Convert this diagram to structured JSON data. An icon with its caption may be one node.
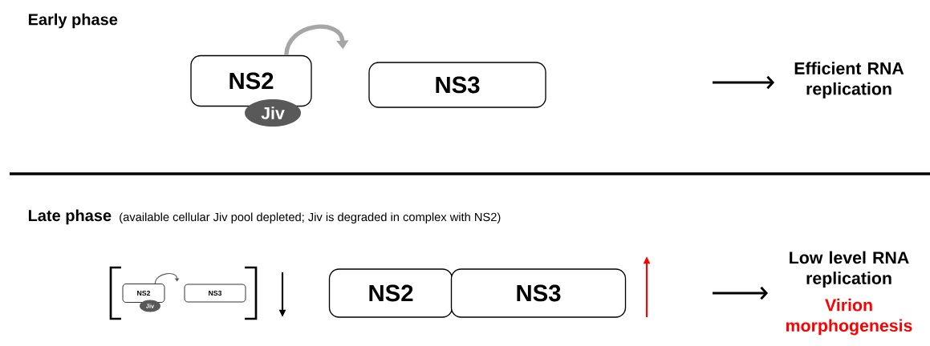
{
  "diagram": {
    "nodes": [
      {
        "text": [
          "NS2"
        ]
      },
      {
        "text": [
          "Jiv"
        ]
      },
      {
        "text": [
          "NS3"
        ]
      },
      {
        "text": [
          "Efficient RNA replication"
        ]
      },
      {
        "text": [
          "NS2"
        ]
      },
      {
        "text": [
          "Jiv"
        ]
      },
      {
        "text": [
          "NS3"
        ]
      },
      {
        "text": [
          "NS2"
        ]
      },
      {
        "text": [
          "NS3"
        ]
      },
      {
        "text": [
          "Low level RNA replication",
          "Virion morphogenesis"
        ]
      }
    ],
    "edges": [
      {
        "from": 0,
        "to": 2,
        "arrow": "to",
        "style": "thick",
        "color": "#a6a6a6"
      },
      {
        "from": null,
        "to": 3,
        "arrow": "to"
      },
      {
        "from": 4,
        "to": 6,
        "arrow": "to",
        "color": "#595959"
      },
      {
        "from": null,
        "to": 9,
        "arrow": "to"
      }
    ],
    "labels": [
      "Early phase",
      "Late phase",
      "(available cellular Jiv pool depleted; Jiv is degraded in complex with NS2)"
    ]
  }
}
